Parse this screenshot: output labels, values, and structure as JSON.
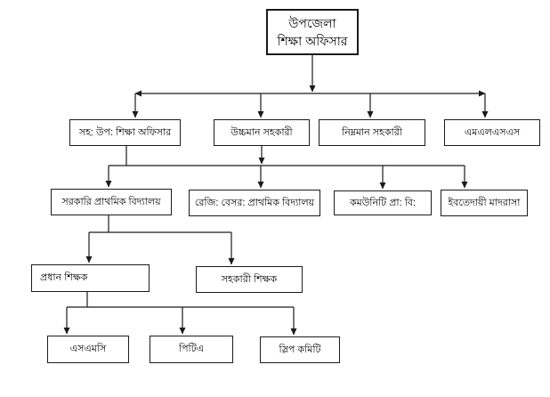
{
  "diagram": {
    "type": "org-chart",
    "nodes": [
      {
        "id": "upazila-education-officer",
        "level": 1,
        "label": "উপজেলা শিক্ষা অফিসার"
      },
      {
        "id": "asst-upazila-education-officer",
        "level": 2,
        "label": "সহ: উপ: শিক্ষা অফিসার"
      },
      {
        "id": "upper-division-assistant",
        "level": 2,
        "label": "উচ্চমান সহকারী"
      },
      {
        "id": "lower-division-assistant",
        "level": 2,
        "label": "নিম্নমান সহকারী"
      },
      {
        "id": "mlss",
        "level": 2,
        "label": "এমএলএসএস"
      },
      {
        "id": "govt-primary-school",
        "level": 3,
        "label": "সরকারি প্রাথমিক বিদ্যালয়"
      },
      {
        "id": "registered-private-primary-school",
        "level": 3,
        "label": "রেজি: বেসর: প্রাথমিক বিদ্যালয়"
      },
      {
        "id": "community-primary-school",
        "level": 3,
        "label": "কমউনিটি প্রা: বি:"
      },
      {
        "id": "ebtedayee-madrasa",
        "level": 3,
        "label": "ইবতেদায়ী মাদরাসা"
      },
      {
        "id": "head-teacher",
        "level": 4,
        "label": "প্রধান শিক্ষক"
      },
      {
        "id": "assistant-teacher",
        "level": 4,
        "label": "সহকারী শিক্ষক"
      },
      {
        "id": "smc",
        "level": 5,
        "label": "এসএমসি"
      },
      {
        "id": "pta",
        "level": 5,
        "label": "পিটিএ"
      },
      {
        "id": "slip-committee",
        "level": 5,
        "label": "স্লিপ কমিটি"
      }
    ],
    "edges": [
      {
        "from": "upazila-education-officer",
        "to": "asst-upazila-education-officer"
      },
      {
        "from": "upazila-education-officer",
        "to": "upper-division-assistant"
      },
      {
        "from": "upazila-education-officer",
        "to": "lower-division-assistant"
      },
      {
        "from": "upazila-education-officer",
        "to": "mlss"
      },
      {
        "from": "asst-upazila-education-officer",
        "to": "govt-primary-school"
      },
      {
        "from": "upper-division-assistant",
        "to": "registered-private-primary-school"
      },
      {
        "from": "asst-upazila-education-officer",
        "to": "community-primary-school"
      },
      {
        "from": "asst-upazila-education-officer",
        "to": "ebtedayee-madrasa"
      },
      {
        "from": "govt-primary-school",
        "to": "head-teacher"
      },
      {
        "from": "govt-primary-school",
        "to": "assistant-teacher"
      },
      {
        "from": "head-teacher",
        "to": "smc"
      },
      {
        "from": "head-teacher",
        "to": "pta"
      },
      {
        "from": "head-teacher",
        "to": "slip-committee"
      }
    ],
    "colors": {
      "background": "#ffffff",
      "box_fill": "#ffffff",
      "box_border": "#1b1b1b",
      "line": "#1b1b1b",
      "text": "#000000"
    }
  }
}
